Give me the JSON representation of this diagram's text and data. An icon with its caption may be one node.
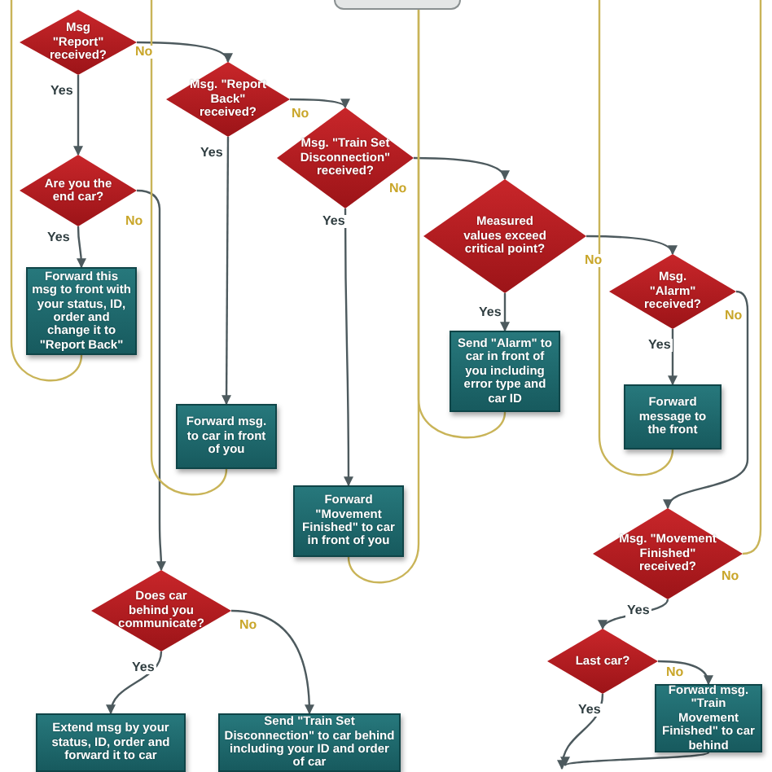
{
  "diagram": {
    "nodes": [
      {
        "text": [
          "Msg \"Report\" received?"
        ]
      },
      {
        "text": [
          "Msg. \"Report Back\" received?"
        ]
      },
      {
        "text": [
          "Msg. \"Train Set Disconnection\" received?"
        ]
      },
      {
        "text": [
          "Are you the end car?"
        ]
      },
      {
        "text": [
          "Forward this msg to front with your status, ID, order and change it to \"Report Back\""
        ]
      },
      {
        "text": [
          "Measured values exceed critical point?"
        ]
      },
      {
        "text": [
          "Msg. \"Alarm\" received?"
        ]
      },
      {
        "text": [
          "Send \"Alarm\" to car in front of you including error type and car ID"
        ]
      },
      {
        "text": [
          "Forward msg. to car in front of you"
        ]
      },
      {
        "text": [
          "Forward message to the front"
        ]
      },
      {
        "text": [
          "Forward \"Movement Finished\" to car in front of you"
        ]
      },
      {
        "text": [
          "Msg. \"Movement Finished\" received?"
        ]
      },
      {
        "text": [
          "Does car behind you communicate?"
        ]
      },
      {
        "text": [
          "Last car?"
        ]
      },
      {
        "text": [
          "Forward msg. \"Train Movement Finished\" to car behind"
        ]
      },
      {
        "text": [
          "Extend msg by your status, ID, order and forward it to car"
        ]
      },
      {
        "text": [
          "Send \"Train Set Disconnection\" to car behind including your ID and order of car"
        ]
      },
      {
        "text": [],
        "shape": "box"
      }
    ],
    "edges": [
      {
        "from": 0,
        "to": 1,
        "arrow": "to",
        "label": "No"
      },
      {
        "from": 0,
        "to": 3,
        "arrow": "to",
        "label": "Yes"
      },
      {
        "from": 1,
        "to": 2,
        "arrow": "to",
        "label": "No"
      },
      {
        "from": 1,
        "to": 8,
        "arrow": "to",
        "label": "Yes"
      },
      {
        "from": 2,
        "to": 5,
        "arrow": "to",
        "label": "No"
      },
      {
        "from": 2,
        "to": 10,
        "arrow": "to",
        "label": "Yes"
      },
      {
        "from": 3,
        "to": 4,
        "arrow": "to",
        "label": "Yes"
      },
      {
        "from": 3,
        "to": 12,
        "arrow": "to",
        "label": "No"
      },
      {
        "from": 5,
        "to": 6,
        "arrow": "to",
        "label": "No"
      },
      {
        "from": 5,
        "to": 7,
        "arrow": "to",
        "label": "Yes"
      },
      {
        "from": 6,
        "to": 9,
        "arrow": "to",
        "label": "Yes"
      },
      {
        "from": 6,
        "to": 11,
        "arrow": "to",
        "label": "No"
      },
      {
        "from": 11,
        "to": 13,
        "arrow": "to",
        "label": "Yes"
      },
      {
        "from": 13,
        "to": 14,
        "arrow": "to",
        "label": "No"
      },
      {
        "from": 13,
        "to": null,
        "arrow": "to",
        "label": "Yes"
      },
      {
        "from": 14,
        "to": null,
        "arrow": "to"
      },
      {
        "from": 12,
        "to": 15,
        "arrow": "to",
        "label": "Yes"
      },
      {
        "from": 12,
        "to": 16,
        "arrow": "to",
        "label": "No"
      },
      {
        "from": 4,
        "to": null,
        "arrow": "none",
        "color": "#c9b458"
      },
      {
        "from": 8,
        "to": null,
        "arrow": "none",
        "color": "#c9b458"
      },
      {
        "from": 10,
        "to": 17,
        "arrow": "none",
        "color": "#c9b458"
      },
      {
        "from": 7,
        "to": 17,
        "arrow": "none",
        "color": "#c9b458"
      },
      {
        "from": 9,
        "to": null,
        "arrow": "none",
        "color": "#c9b458"
      },
      {
        "from": 11,
        "to": null,
        "arrow": "none",
        "color": "#c9b458",
        "label": "No"
      }
    ]
  }
}
